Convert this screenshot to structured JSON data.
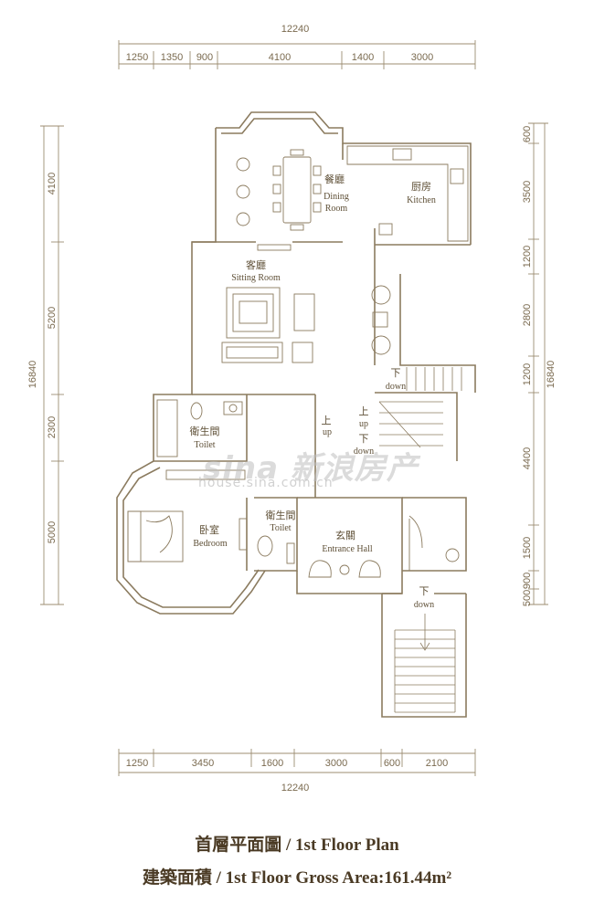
{
  "dimensions": {
    "top_total": "12240",
    "top_segments": [
      "1250",
      "1350",
      "900",
      "4100",
      "1400",
      "3000"
    ],
    "bottom_total": "12240",
    "bottom_segments": [
      "1250",
      "3450",
      "1600",
      "3000",
      "600",
      "2100"
    ],
    "left_total": "16840",
    "left_segments": [
      "4100",
      "5200",
      "2300",
      "5000"
    ],
    "right_total": "16840",
    "right_segments": [
      "600",
      "3500",
      "1200",
      "2800",
      "1200",
      "4400",
      "1500",
      "900",
      "500"
    ]
  },
  "rooms": {
    "dining": {
      "cn": "餐廳",
      "en1": "Dining",
      "en2": "Room"
    },
    "kitchen": {
      "cn": "厨房",
      "en": "Kitchen"
    },
    "sitting": {
      "cn": "客廳",
      "en": "Sitting Room"
    },
    "toilet1": {
      "cn": "衛生間",
      "en": "Toilet"
    },
    "toilet2": {
      "cn": "衛生間",
      "en": "Toilet"
    },
    "bedroom": {
      "cn": "卧室",
      "en": "Bedroom"
    },
    "entrance": {
      "cn": "玄關",
      "en": "Entrance Hall"
    }
  },
  "stairs": {
    "down_cn": "下",
    "down_en": "down",
    "up_cn": "上",
    "up_en": "up"
  },
  "watermark": {
    "brand": "sina 新浪房产",
    "url": "house.sina.com.cn"
  },
  "caption": {
    "line1_cn": "首層平面圖",
    "line1_en": "/ 1st Floor Plan",
    "line2_cn": "建築面積",
    "line2_en": "/ 1st Floor Gross Area:161.44m²"
  }
}
